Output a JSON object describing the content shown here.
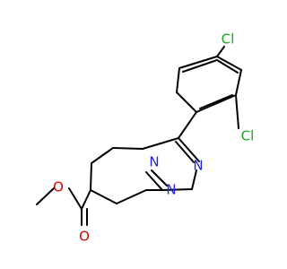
{
  "molecule": {
    "atoms": {
      "cl_top": "Cl",
      "cl_right": "Cl",
      "n_ring": "N",
      "n_triazole_upper": "N",
      "n_triazole_lower": "N",
      "o_ether": "O",
      "o_carbonyl": "O"
    },
    "colors": {
      "chlorine": "#1fa31f",
      "nitrogen": "#2323d8",
      "oxygen": "#e00000",
      "bond": "#000000"
    }
  }
}
